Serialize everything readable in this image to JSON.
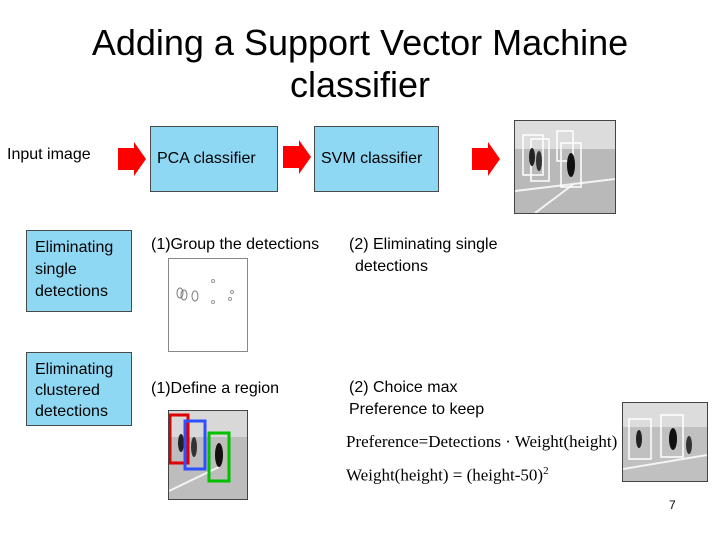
{
  "slide": {
    "title_line1": "Adding a Support Vector Machine",
    "title_line2": "classifier",
    "input_label": "Input image",
    "pca_label": "PCA classifier",
    "svm_label": "SVM classifier",
    "single_box": [
      "Eliminating",
      "single",
      "detections"
    ],
    "clustered_box": [
      "Eliminating",
      "clustered",
      "detections"
    ],
    "group_caption": "(1)Group the detections",
    "elim_caption_1": "(2) Eliminating single",
    "elim_caption_2": "detections",
    "define_region": "(1)Define a region",
    "choice_1": "(2) Choice max",
    "choice_2": "Preference to keep",
    "formula_1": "Preference=Detections · Weight(height)",
    "formula_2": "Weight(height) = (height-50)",
    "formula_2_exp": "2",
    "page_number": "7"
  },
  "colors": {
    "box_fill": "#8fd8f4",
    "arrow_red": "#ff0000",
    "region_red": "#e00000",
    "region_blue": "#3050ff",
    "region_green": "#00c000"
  },
  "icons": [
    "arrow-right-icon"
  ]
}
